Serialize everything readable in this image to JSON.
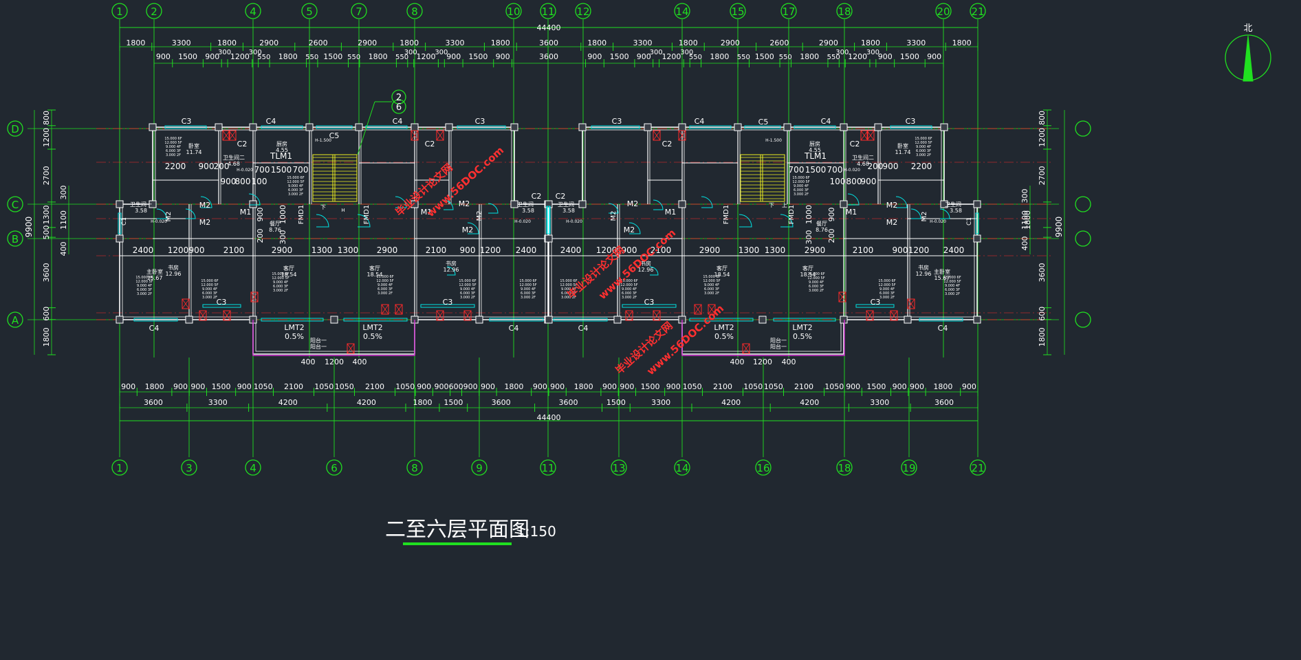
{
  "colors": {
    "background": "#212830",
    "axis": "#20e020",
    "dim": "#20e020",
    "wall": "#ffffff",
    "window": "#00e5e5",
    "red": "#ff2a2a",
    "stair": "#f0f020",
    "label": "#ffffff",
    "watermark": "#ff3030",
    "balcony": "#d030d0"
  },
  "top_axes": [
    "1",
    "2",
    "4",
    "5",
    "7",
    "8",
    "10",
    "11",
    "12",
    "14",
    "15",
    "17",
    "18",
    "20",
    "21"
  ],
  "bottom_axes": [
    "1",
    "3",
    "4",
    "6",
    "8",
    "9",
    "11",
    "13",
    "14",
    "16",
    "18",
    "19",
    "21"
  ],
  "left_axes": [
    "D",
    "C",
    "B",
    "A"
  ],
  "total_width": "44400",
  "total_depth": "9900",
  "top_row1": [
    "1800",
    "3300",
    "1800",
    "2900",
    "2600",
    "2900",
    "1800",
    "3300",
    "1800",
    "3600",
    "1800",
    "3300",
    "1800",
    "2900",
    "2600",
    "2900",
    "1800",
    "3300",
    "1800"
  ],
  "top_row2": [
    "900",
    "1500",
    "900",
    "300",
    "1200",
    "300",
    "550",
    "1800",
    "550",
    "1500",
    "550",
    "1800",
    "550",
    "300",
    "1200",
    "300",
    "900",
    "1500",
    "900",
    "3600",
    "900",
    "1500",
    "900",
    "300",
    "1200",
    "300",
    "550",
    "1800",
    "550",
    "1500",
    "550",
    "1800",
    "550",
    "300",
    "1200",
    "300",
    "900",
    "1500",
    "900"
  ],
  "bottom_row1": [
    "900",
    "1800",
    "900",
    "900",
    "1500",
    "900",
    "1050",
    "2100",
    "1050",
    "1050",
    "2100",
    "1050",
    "900",
    "900",
    "600",
    "900",
    "900",
    "1800",
    "900",
    "900",
    "1800",
    "900",
    "900",
    "1500",
    "900",
    "1050",
    "2100",
    "1050",
    "1050",
    "2100",
    "1050",
    "900",
    "1500",
    "900",
    "900",
    "1800",
    "900"
  ],
  "bottom_row2": [
    "3600",
    "3300",
    "4200",
    "4200",
    "1800",
    "1500",
    "3600",
    "3600",
    "1500",
    "3300",
    "4200",
    "4200",
    "3300",
    "3600"
  ],
  "left_dims_outer": [
    "800",
    "1200",
    "2700",
    "1300",
    "500",
    "3600",
    "600",
    "1800"
  ],
  "left_dims_inner": [
    "300",
    "1100",
    "400"
  ],
  "right_dims_outer": [
    "800",
    "1200",
    "2700",
    "300",
    "1100",
    "1800",
    "400",
    "3600",
    "600",
    "1800"
  ],
  "rooms": {
    "bedroom_small": "卧室",
    "bedroom_area": "11.74",
    "kitchen": "厨房",
    "kitchen_area": "4.55",
    "bath2": "卫生间二",
    "bath2_area": "4.68",
    "bath1": "卫生间一",
    "bath1_area": "3.58",
    "dining": "餐厅",
    "dining_area": "8.76",
    "study": "书房",
    "study_area": "12.96",
    "living": "客厅",
    "living_area": "18.54",
    "master": "主卧室",
    "master_area": "15.67",
    "balcony": "阳台一"
  },
  "tags": {
    "c1": "C1",
    "c2": "C2",
    "c3": "C3",
    "c4": "C4",
    "c5": "C5",
    "m1": "M1",
    "m2": "M2",
    "tlm1": "TLM1",
    "lmt2": "LMT2",
    "fmd1": "FMD1",
    "slope": "0.5%",
    "elev_bath": "H-0.020",
    "elev_stair": "H-1.500",
    "down": "下",
    "up": "上",
    "h": "H"
  },
  "levels": [
    "15.000 6F",
    "12.000 5F",
    "9.000 4F",
    "6.000 3F",
    "3.000 2F"
  ],
  "inner_dims": {
    "d2200": "2200",
    "d900": "900",
    "d200": "200",
    "d700": "700",
    "d1500": "1500",
    "d800": "800",
    "d100": "100",
    "d2400": "2400",
    "d1200": "1200",
    "d2100": "2100",
    "d2900": "2900",
    "d1300": "1300",
    "d1000": "1000",
    "d300": "300",
    "d400": "400"
  },
  "detail_callout": {
    "top": "2",
    "bottom": "6"
  },
  "north_label": "北",
  "watermark_text": "毕业设计论文网",
  "watermark_url": "www.56DOC.com",
  "drawing_title": "二至六层平面图",
  "drawing_scale": "1:150"
}
